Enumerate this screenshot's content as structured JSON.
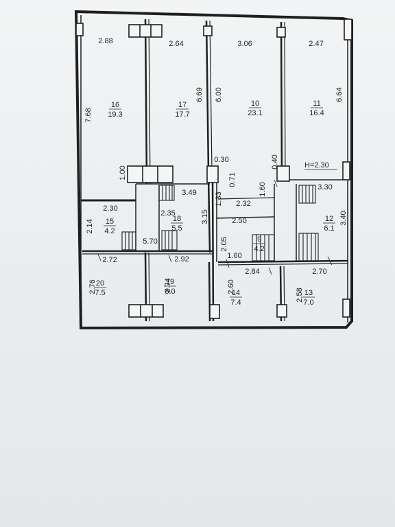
{
  "rooms": [
    {
      "id": "16",
      "area": "19.3"
    },
    {
      "id": "17",
      "area": "17.7"
    },
    {
      "id": "10",
      "area": "23.1"
    },
    {
      "id": "11",
      "area": "16.4"
    },
    {
      "id": "15",
      "area": "4.2"
    },
    {
      "id": "18",
      "area": "5.5"
    },
    {
      "id": "9",
      "area": "4.2"
    },
    {
      "id": "12",
      "area": "6.1"
    },
    {
      "id": "20",
      "area": "7.5"
    },
    {
      "id": "19",
      "area": "8.0"
    },
    {
      "id": "14",
      "area": "7.4"
    },
    {
      "id": "13",
      "area": "7.0"
    }
  ],
  "dimensions": [
    "2.88",
    "2.64",
    "3.06",
    "2.47",
    "7.68",
    "6.69",
    "6.00",
    "6.64",
    "1.00",
    "0.30",
    "0.71",
    "0.40",
    "3.49",
    "1.60",
    "3.30",
    "2.30",
    "2.14",
    "2.35",
    "3.15",
    "1.33",
    "2.32",
    "2.50",
    "3.40",
    "5.70",
    "2.05",
    "2.72",
    "2.92",
    "1.60",
    "2.84",
    "2.70",
    "2.76",
    "2.74",
    "2.60",
    "2.58"
  ],
  "header_note": "H=2.30"
}
